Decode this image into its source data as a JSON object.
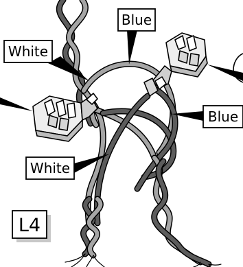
{
  "labels": {
    "blue_top": "Blue",
    "white_top": "White",
    "blue_right": "Blue",
    "white_bottom": "White"
  },
  "step": "L4",
  "colors": {
    "wire_light": "#9a9a9a",
    "wire_dark": "#5c5c5c",
    "connector_fill": "#eeeeee",
    "connector_shade": "#bdbdbd",
    "outline": "#000000",
    "step_shadow": "#c8c8c8"
  }
}
